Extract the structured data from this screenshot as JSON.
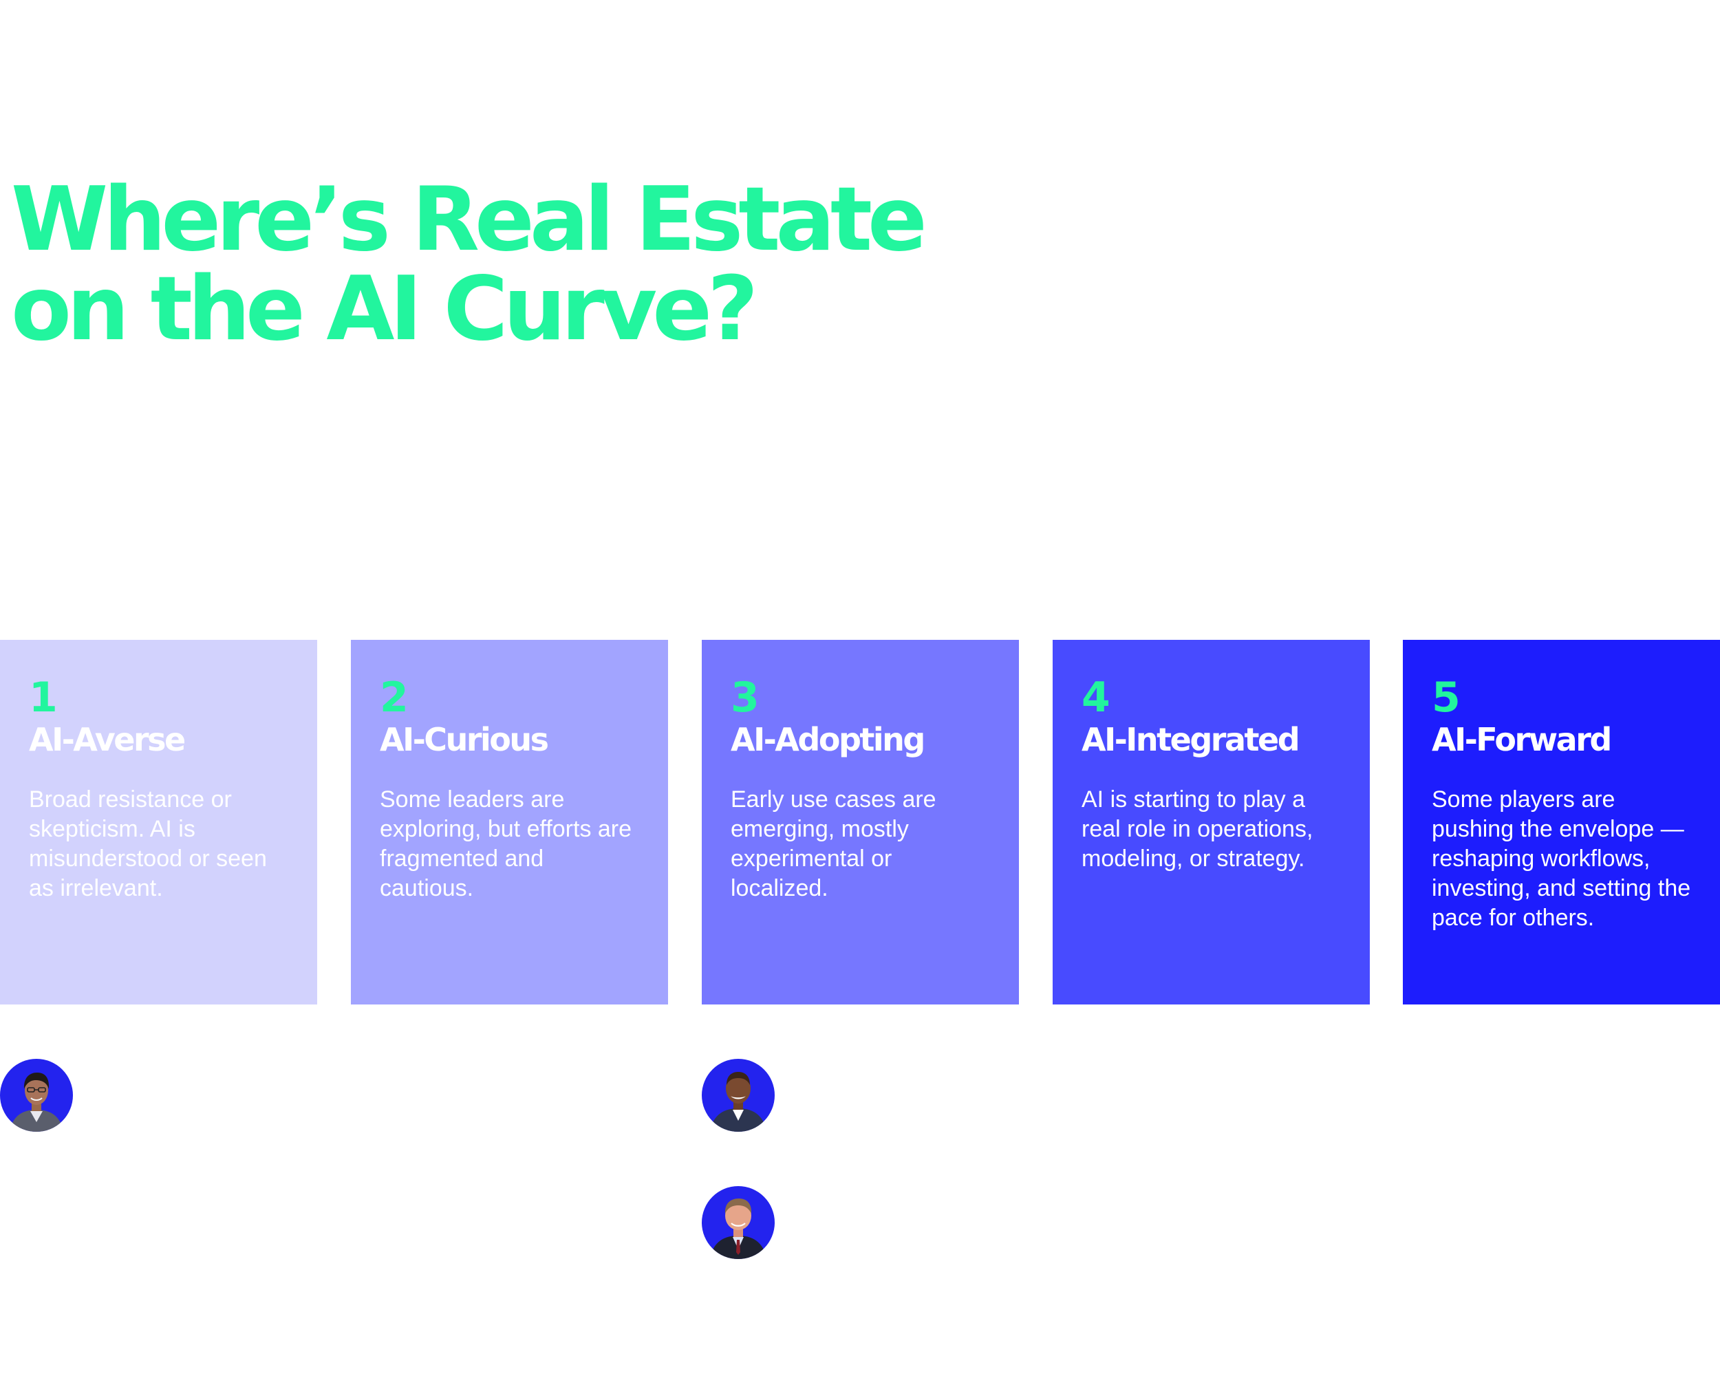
{
  "header": {
    "title_line1": "Where’s Real Estate",
    "title_line2": "on the AI Curve?"
  },
  "stages": [
    {
      "number": "1",
      "title": "AI-Averse",
      "description": "Broad resistance or skepticism. AI is misunderstood or seen as irrelevant.",
      "color": "#d2d2fd"
    },
    {
      "number": "2",
      "title": "AI-Curious",
      "description": "Some leaders are exploring, but efforts are fragmented and cautious.",
      "color": "#a2a4ff"
    },
    {
      "number": "3",
      "title": "AI-Adopting",
      "description": "Early use cases are emerging, mostly experimental or localized.",
      "color": "#7677ff"
    },
    {
      "number": "4",
      "title": "AI-Integrated",
      "description": "AI is starting to play a real role in operations, modeling, or strategy.",
      "color": "#484bff"
    },
    {
      "number": "5",
      "title": "AI-Forward",
      "description": "Some players are pushing the envelope — reshaping workflows, investing, and setting the pace for others.",
      "color": "#1d1dfd"
    }
  ],
  "colors": {
    "accent_green": "#22f59e",
    "avatar_ring": "#2323ee"
  },
  "avatars": [
    {
      "stage": "1",
      "icon": "person-avatar"
    },
    {
      "stage": "3",
      "icon": "person-avatar"
    },
    {
      "stage": "3",
      "icon": "person-avatar"
    }
  ]
}
